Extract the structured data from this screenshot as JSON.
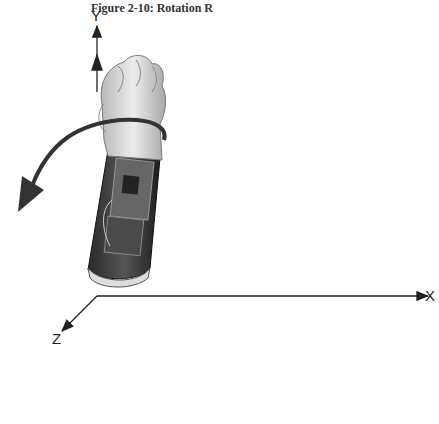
{
  "diagram": {
    "title": "Figure 2-10: Rotation R",
    "labels": [
      "Y",
      "X",
      "Z"
    ]
  }
}
